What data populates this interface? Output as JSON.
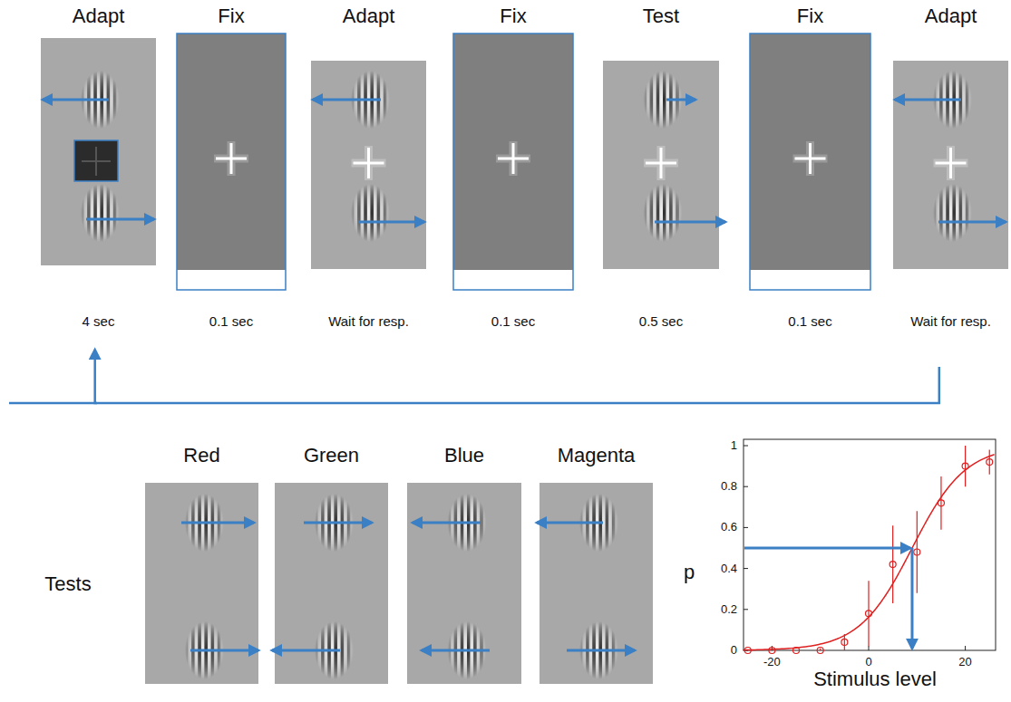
{
  "diagram": {
    "nodes": [
      {
        "text": [
          "Adapt",
          "4 sec"
        ]
      },
      {
        "text": [
          "Fix",
          "0.1 sec"
        ]
      },
      {
        "text": [
          "Adapt",
          "Wait for resp."
        ]
      },
      {
        "text": [
          "Fix",
          "0.1 sec"
        ]
      },
      {
        "text": [
          "Test",
          "0.5 sec"
        ]
      },
      {
        "text": [
          "Fix",
          "0.1 sec"
        ]
      },
      {
        "text": [
          "Adapt",
          "Wait for resp."
        ]
      },
      {
        "text": [
          "Red"
        ]
      },
      {
        "text": [
          "Green"
        ]
      },
      {
        "text": [
          "Blue"
        ]
      },
      {
        "text": [
          "Magenta"
        ]
      }
    ],
    "edges": [
      {
        "from": 6,
        "to": 0,
        "arrow": "to"
      }
    ],
    "labels": [
      "Tests",
      "p",
      "Stimulus level",
      "1",
      "0.8",
      "0.6",
      "0.4",
      "0.2",
      "0",
      "-20",
      "0",
      "20"
    ]
  }
}
